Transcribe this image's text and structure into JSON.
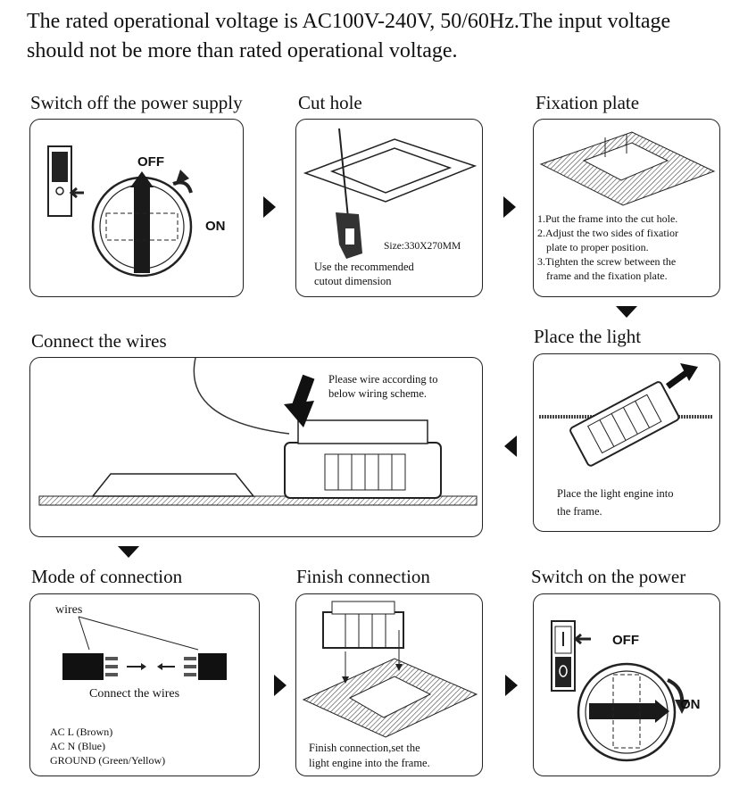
{
  "intro": "The rated operational voltage is AC100V-240V, 50/60Hz.The input voltage should not be more than rated operational voltage.",
  "steps": {
    "switch_off": {
      "title": "Switch off the power supply",
      "off": "OFF",
      "on": "ON"
    },
    "cut_hole": {
      "title": "Cut hole",
      "size": "Size:330X270MM",
      "note1": "Use the recommended",
      "note2": "cutout dimension"
    },
    "fixation": {
      "title": "Fixation plate",
      "lines": [
        "1.Put the frame into the cut hole.",
        "2.Adjust the two sides of fixatior",
        "plate to proper position.",
        "3.Tighten the screw between the",
        "frame and the fixation plate."
      ]
    },
    "place_light": {
      "title": "Place the light",
      "note1": "Place the light engine into",
      "note2": "the frame."
    },
    "connect": {
      "title": "Connect the wires",
      "note1": "Please wire according to",
      "note2": "below wiring scheme."
    },
    "mode": {
      "title": "Mode of connection",
      "wires": "wires",
      "caption": "Connect the wires",
      "legend": [
        "AC L (Brown)",
        "AC N (Blue)",
        "GROUND (Green/Yellow)"
      ]
    },
    "finish": {
      "title": "Finish connection",
      "note1": "Finish connection,set the",
      "note2": "light engine into the frame."
    },
    "switch_on": {
      "title": "Switch on the power",
      "off": "OFF",
      "on": "ON"
    }
  },
  "icons": [
    "flow-arrow-right-icon",
    "flow-arrow-down-icon",
    "flow-arrow-left-icon"
  ]
}
